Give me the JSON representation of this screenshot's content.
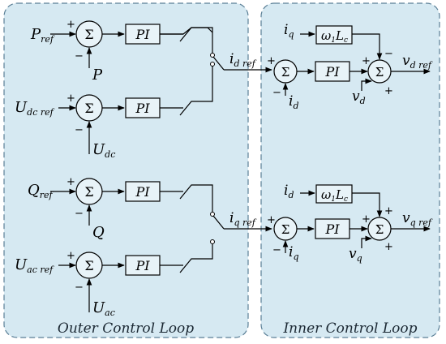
{
  "labels": {
    "outer_loop": "Outer Control Loop",
    "inner_loop": "Inner Control Loop",
    "sum_symbol": "Σ",
    "pi_block": "PI",
    "plus": "+",
    "minus": "−",
    "P_ref": {
      "base": "P",
      "sub": "ref"
    },
    "P": {
      "base": "P",
      "sub": ""
    },
    "Udc_ref": {
      "base": "U",
      "sub": "dc ref"
    },
    "Udc": {
      "base": "U",
      "sub": "dc"
    },
    "Q_ref": {
      "base": "Q",
      "sub": "ref"
    },
    "Q": {
      "base": "Q",
      "sub": ""
    },
    "Uac_ref": {
      "base": "U",
      "sub": "ac ref"
    },
    "Uac": {
      "base": "U",
      "sub": "ac"
    },
    "id_ref": {
      "base": "i",
      "sub": "d ref"
    },
    "iq_ref": {
      "base": "i",
      "sub": "q ref"
    },
    "id": {
      "base": "i",
      "sub": "d"
    },
    "iq": {
      "base": "i",
      "sub": "q"
    },
    "vd": {
      "base": "v",
      "sub": "d"
    },
    "vq": {
      "base": "v",
      "sub": "q"
    },
    "vd_ref": {
      "base": "v",
      "sub": "d ref"
    },
    "vq_ref": {
      "base": "v",
      "sub": "q ref"
    },
    "wL": {
      "base": "ω",
      "sub1": "1",
      "mid": "L",
      "sub2": "c"
    }
  }
}
